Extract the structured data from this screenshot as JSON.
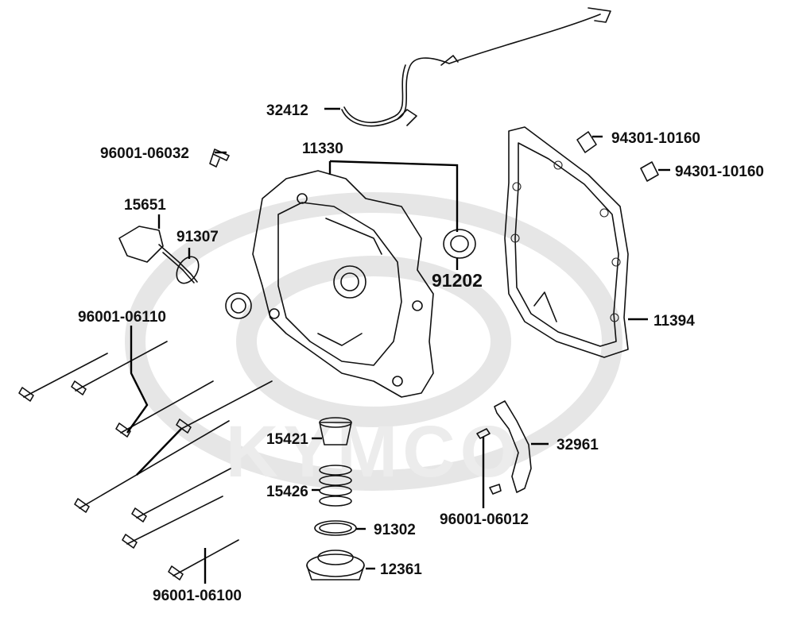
{
  "watermark": {
    "brand": "KYMCO"
  },
  "colors": {
    "ink": "#111111",
    "watermark": "#e6e6e6",
    "background": "#ffffff"
  },
  "labels": {
    "oil_tube": "32412",
    "bolt_small": "96001-06032",
    "cover": "11330",
    "dowel_1": "94301-10160",
    "dowel_2": "94301-10160",
    "dipstick": "15651",
    "oring_dipstick": "91307",
    "oil_seal": "91202",
    "bolt_long": "96001-06110",
    "gasket": "11394",
    "strainer": "15421",
    "bracket": "32961",
    "spring": "15426",
    "bracket_bolt": "96001-06012",
    "oring_drain": "91302",
    "drain_plug": "12361",
    "bolt_long_2": "96001-06100"
  }
}
